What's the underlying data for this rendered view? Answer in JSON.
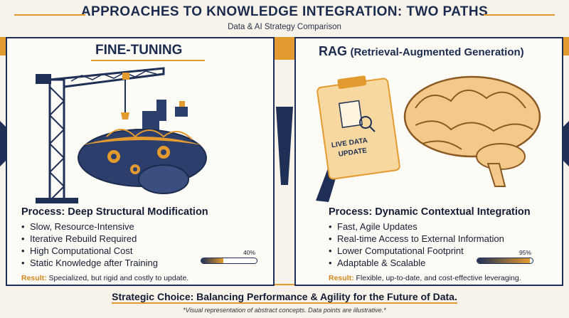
{
  "header": {
    "title": "APPROACHES TO KNOWLEDGE INTEGRATION: TWO PATHS",
    "subtitle": "Data & AI Strategy Comparison"
  },
  "left_panel": {
    "title": "FINE-TUNING",
    "process": "Process: Deep Structural Modification",
    "bullets": [
      "Slow, Resource-Intensive",
      "Iterative Rebuild Required",
      "High Computational Cost",
      "Static Knowledge after Training"
    ],
    "progress_label": "40%",
    "progress_value": 0.4,
    "result_label": "Result:",
    "result_text": "Specialized, but rigid and costly to update."
  },
  "right_panel": {
    "title_main": "RAG",
    "title_sub": "(Retrieval-Augmented Generation)",
    "process": "Process: Dynamic Contextual Integration",
    "bullets": [
      "Fast, Agile Updates",
      "Real-time Access to External Information",
      "Lower Computational Footprint",
      "Adaptable & Scalable"
    ],
    "progress_label": "95%",
    "progress_value": 0.95,
    "clipboard_text_1": "LIVE DATA",
    "clipboard_text_2": "UPDATE",
    "result_label": "Result:",
    "result_text": "Flexible, up-to-date, and cost-effective leveraging."
  },
  "footer": {
    "strategic": "Strategic Choice: Balancing Performance & Agility for the Future of Data.",
    "footnote": "*Visual representation of abstract concepts. Data points are illustrative.*"
  },
  "colors": {
    "navy": "#1f2f55",
    "orange": "#e39a2f"
  }
}
